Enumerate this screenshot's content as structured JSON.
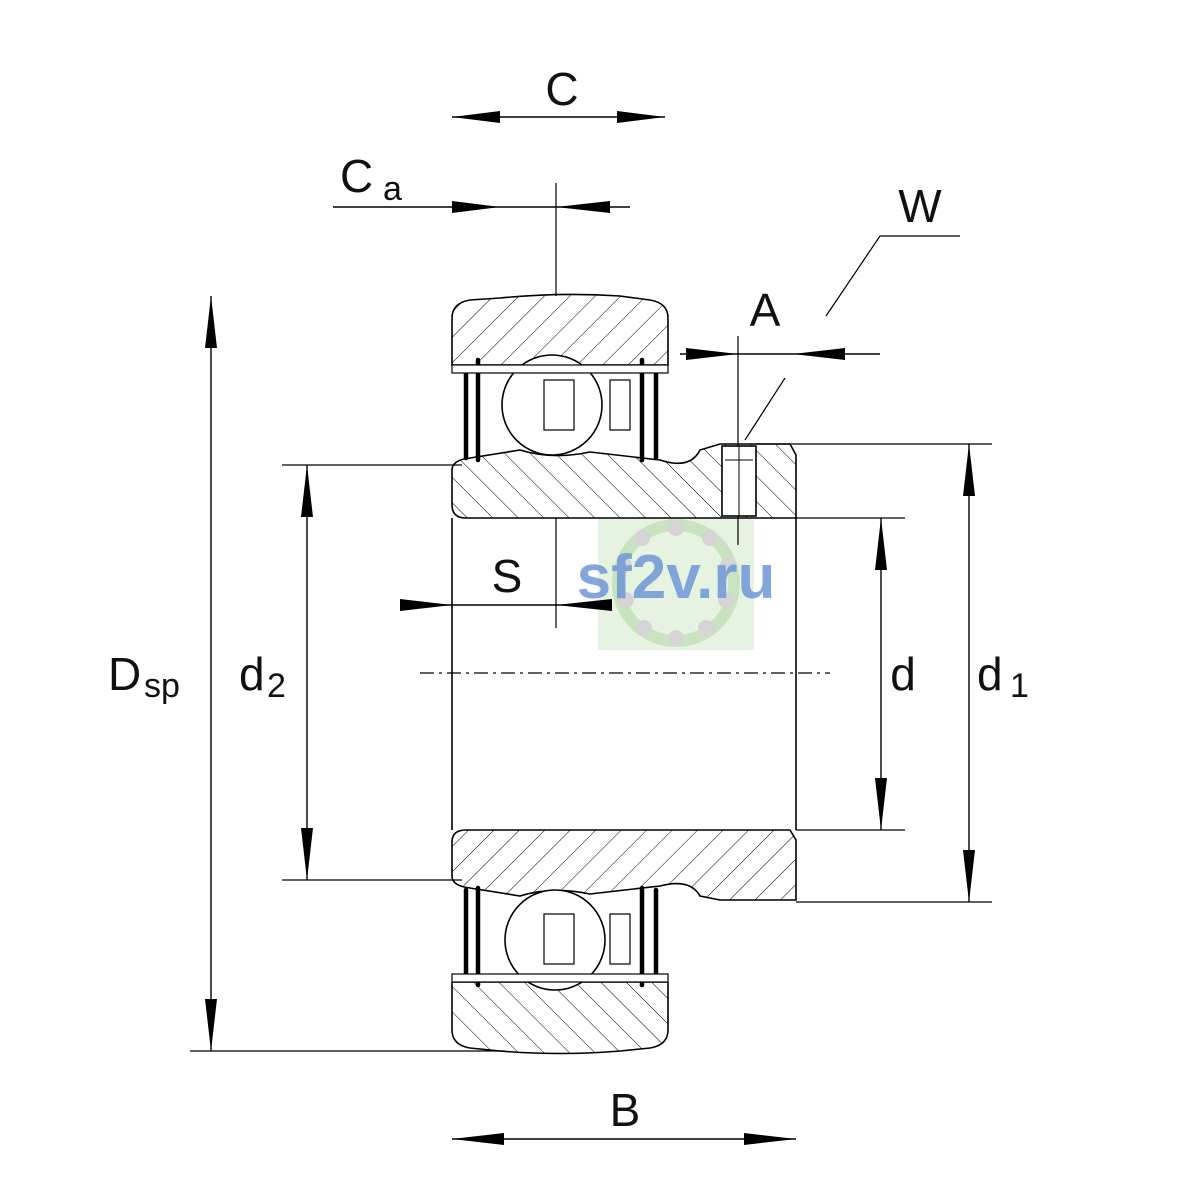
{
  "labels": {
    "C": "C",
    "Ca_main": "C",
    "Ca_sub": "a",
    "W": "W",
    "A": "A",
    "S": "S",
    "Dsp_main": "D",
    "Dsp_sub": "sp",
    "d2_main": "d",
    "d2_sub": "2",
    "d": "d",
    "d1_main": "d",
    "d1_sub": "1",
    "B": "B"
  },
  "watermark": {
    "text": "sf2v.ru",
    "color": "#6f97d6",
    "badge_color": "#cfe8c7"
  }
}
